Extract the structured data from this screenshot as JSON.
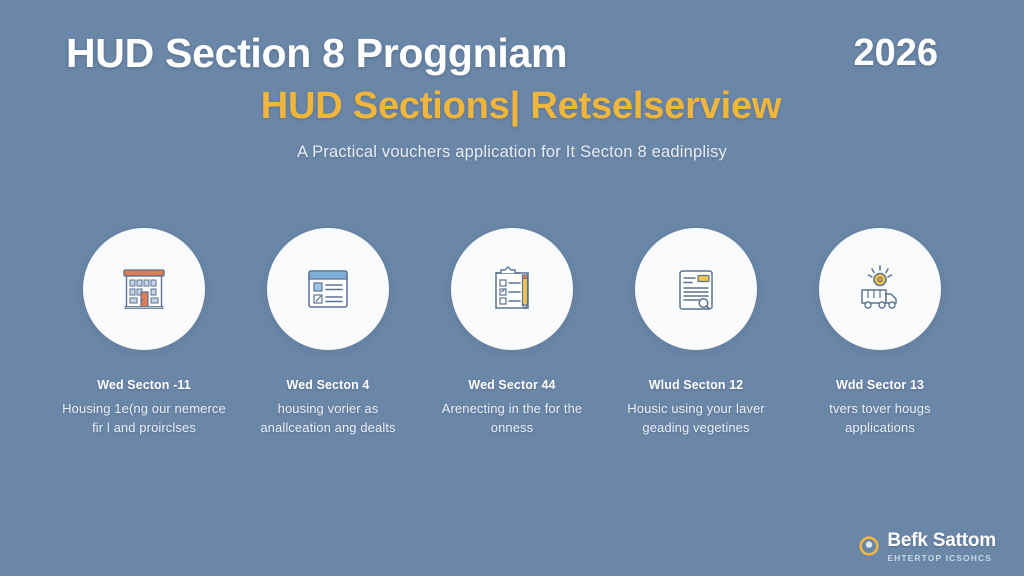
{
  "slide": {
    "background_color": "#6b87a8",
    "accent_color": "#f0b63c",
    "text_color": "#ffffff"
  },
  "header": {
    "title_main": "HUD Section 8 Proggniam",
    "year": "2026",
    "title_accent": "HUD Sections| Retselserview",
    "subtitle": "A Practical vouchers application for It Secton 8 eadinplisy"
  },
  "cards": [
    {
      "icon": "apartment-building-icon",
      "title": "Wed Secton -11",
      "desc": "Housing 1e(ng our nemerce fir l and proirclses"
    },
    {
      "icon": "form-checklist-window-icon",
      "title": "Wed Secton 4",
      "desc": "housing vorier as anallceation ang dealts"
    },
    {
      "icon": "clipboard-pencil-icon",
      "title": "Wed Sector 44",
      "desc": "Arenecting in the for the onness"
    },
    {
      "icon": "document-search-icon",
      "title": "Wlud Secton 12",
      "desc": "Housic using your laver geading vegetines"
    },
    {
      "icon": "moving-truck-icon",
      "title": "Wdd Sector 13",
      "desc": "tvers tover hougs applications"
    }
  ],
  "footer": {
    "logo_icon": "circle-badge-icon",
    "logo_name": "Befk Sattom",
    "logo_tagline": "EHTERTOP ICSOHCS"
  }
}
